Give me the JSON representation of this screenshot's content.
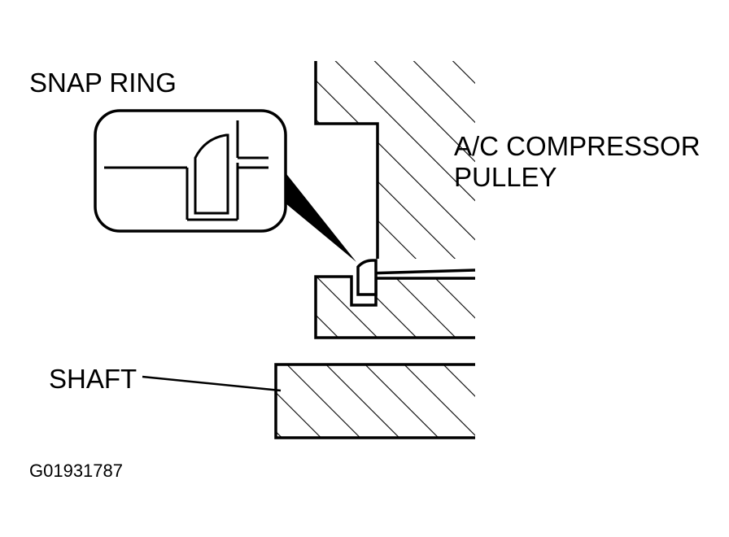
{
  "labels": {
    "snap_ring": "SNAP RING",
    "pulley_line1": "A/C COMPRESSOR",
    "pulley_line2": "PULLEY",
    "shaft": "SHAFT",
    "figure_code": "G01931787"
  },
  "colors": {
    "ink": "#000000",
    "paper": "#ffffff"
  }
}
